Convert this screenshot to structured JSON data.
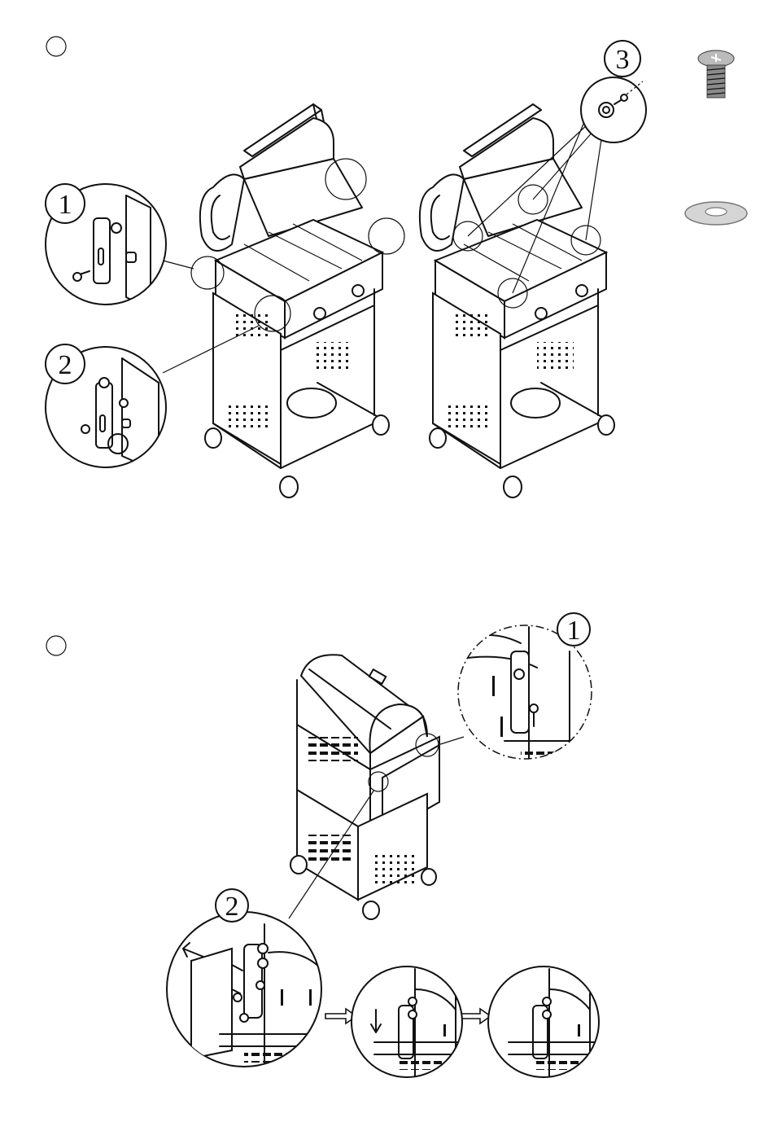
{
  "step_markers": [
    {
      "id": "step-a",
      "shape": "circle"
    },
    {
      "id": "step-b",
      "shape": "circle"
    }
  ],
  "callouts": {
    "top_1": "1",
    "top_2": "2",
    "top_3": "3",
    "bottom_1": "1",
    "bottom_2": "2"
  },
  "parts": [
    {
      "name": "bolt-icon"
    },
    {
      "name": "washer-icon"
    }
  ],
  "colors": {
    "line": "#111111",
    "paper": "#ffffff",
    "part_gray": "#9a9a9a"
  }
}
